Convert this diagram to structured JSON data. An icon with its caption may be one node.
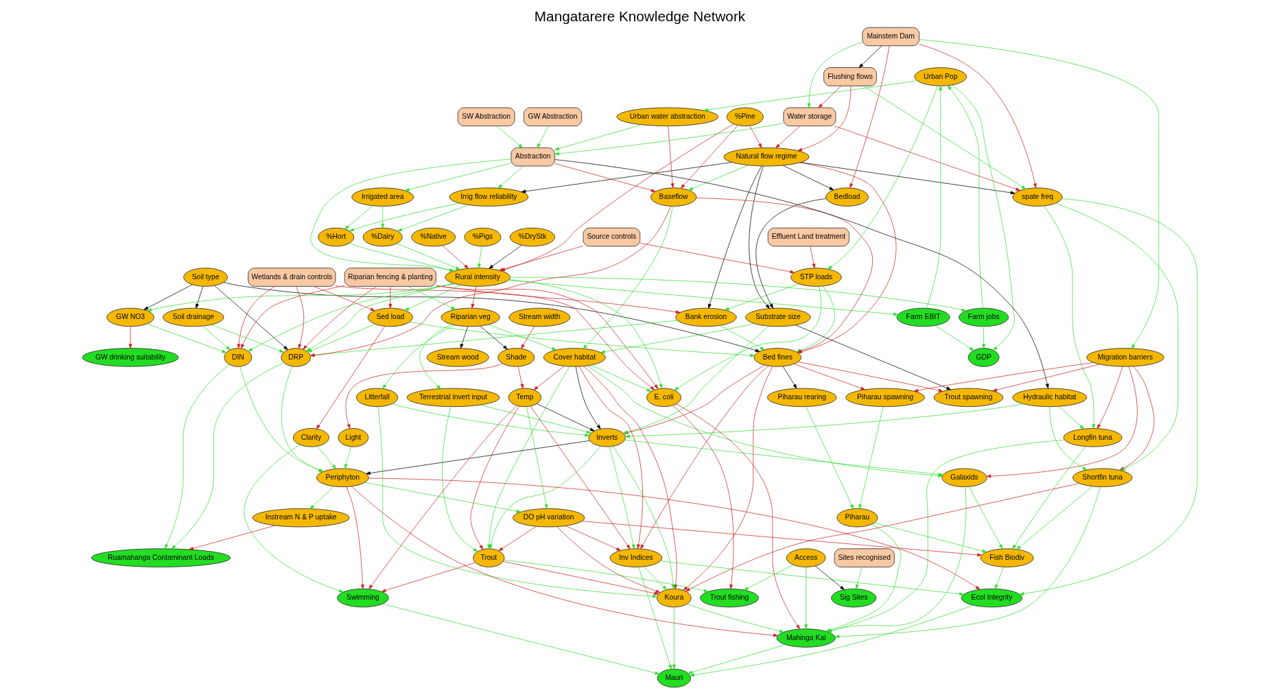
{
  "diagram": {
    "title": "Mangatarere Knowledge Network",
    "nodes": [
      {
        "text": [
          "Urban Pop"
        ]
      },
      {
        "text": [
          "Source controls"
        ]
      },
      {
        "text": [
          "Irrigated area"
        ]
      },
      {
        "text": [
          "%Native"
        ]
      },
      {
        "text": [
          "%Pigs"
        ]
      },
      {
        "text": [
          "%Hort"
        ]
      },
      {
        "text": [
          "%Dairy"
        ]
      },
      {
        "text": [
          "Urban water abstraction"
        ]
      },
      {
        "text": [
          "Soil drainage"
        ]
      },
      {
        "text": [
          "%DryStk"
        ]
      },
      {
        "text": [
          "Flushing flows"
        ]
      },
      {
        "text": [
          "%Pine"
        ]
      },
      {
        "text": [
          "Irrig flow reliability"
        ]
      },
      {
        "text": [
          "Soil type"
        ]
      },
      {
        "text": [
          "Natural flow regime"
        ]
      },
      {
        "text": [
          "Rural intensity"
        ]
      },
      {
        "text": [
          "Sed load"
        ]
      },
      {
        "text": [
          "STP loads"
        ]
      },
      {
        "text": [
          "Water storage"
        ]
      },
      {
        "text": [
          "Mainstem Dam"
        ]
      },
      {
        "text": [
          "Farm EBIT"
        ]
      },
      {
        "text": [
          "GW NO3"
        ]
      },
      {
        "text": [
          "Bedload"
        ]
      },
      {
        "text": [
          "Effluent Land treatment"
        ]
      },
      {
        "text": [
          "GDP"
        ]
      },
      {
        "text": [
          "Bank erosion"
        ]
      },
      {
        "text": [
          "Bed fines"
        ]
      },
      {
        "text": [
          "Farm jobs"
        ]
      },
      {
        "text": [
          "Baseflow"
        ]
      },
      {
        "text": [
          "Abstraction"
        ]
      },
      {
        "text": [
          "GW drinking suitability"
        ]
      },
      {
        "text": [
          "Terrestrial invert input"
        ]
      },
      {
        "text": [
          "Substrate size"
        ]
      },
      {
        "text": [
          "GW Abstraction"
        ]
      },
      {
        "text": [
          "Wetlands & drain controls"
        ]
      },
      {
        "text": [
          "DIN"
        ]
      },
      {
        "text": [
          "Hydraulic habitat"
        ]
      },
      {
        "text": [
          "SW Abstraction"
        ]
      },
      {
        "text": [
          "DRP"
        ]
      },
      {
        "text": [
          "Litterfall"
        ]
      },
      {
        "text": [
          "Cover habitat"
        ]
      },
      {
        "text": [
          "Riparian fencing & planting"
        ]
      },
      {
        "text": [
          "Migration barriers"
        ]
      },
      {
        "text": [
          "Inverts"
        ]
      },
      {
        "text": [
          "Riparian veg"
        ]
      },
      {
        "text": [
          "Stream wood"
        ]
      },
      {
        "text": [
          "spate freq"
        ]
      },
      {
        "text": [
          "Piharau spawning"
        ]
      },
      {
        "text": [
          "Stream width"
        ]
      },
      {
        "text": [
          "Shade"
        ]
      },
      {
        "text": [
          "Temp"
        ]
      },
      {
        "text": [
          "Longfin tuna"
        ]
      },
      {
        "text": [
          "Piharau rearing"
        ]
      },
      {
        "text": [
          "Inv Indices"
        ]
      },
      {
        "text": [
          "Trout spawning"
        ]
      },
      {
        "text": [
          "Light"
        ]
      },
      {
        "text": [
          "Clarity"
        ]
      },
      {
        "text": [
          "E. coli"
        ]
      },
      {
        "text": [
          "Galaxids"
        ]
      },
      {
        "text": [
          "Piharau"
        ]
      },
      {
        "text": [
          "Shortfin tuna"
        ]
      },
      {
        "text": [
          "Instream N & P uptake"
        ]
      },
      {
        "text": [
          "Periphyton"
        ]
      },
      {
        "text": [
          "Trout"
        ]
      },
      {
        "text": [
          "Mahinga Kai"
        ]
      },
      {
        "text": [
          "Fish Biodiv"
        ]
      },
      {
        "text": [
          "Koura"
        ]
      },
      {
        "text": [
          "DO pH variation"
        ]
      },
      {
        "text": [
          "Access"
        ]
      },
      {
        "text": [
          "Trout fishing"
        ]
      },
      {
        "text": [
          "Ecol Integrity"
        ]
      },
      {
        "text": [
          "Ruamahanga Contaminant Loads"
        ]
      },
      {
        "text": [
          "Swimming"
        ]
      },
      {
        "text": [
          "Mauri"
        ]
      },
      {
        "text": [
          "Sig Sites"
        ]
      },
      {
        "text": [
          "Sites recognised"
        ]
      }
    ],
    "edges": [
      {
        "from": 0,
        "to": 24,
        "arrow": "to"
      },
      {
        "from": 20,
        "to": 0,
        "arrow": "to"
      },
      {
        "from": 27,
        "to": 0,
        "arrow": "to"
      },
      {
        "from": 0,
        "to": 7,
        "arrow": "to"
      },
      {
        "from": 0,
        "to": 17,
        "arrow": "to"
      },
      {
        "from": 20,
        "to": 24,
        "arrow": "to"
      },
      {
        "from": 27,
        "to": 24,
        "arrow": "to"
      },
      {
        "from": 13,
        "to": 8,
        "arrow": "to",
        "color": "#000000"
      },
      {
        "from": 13,
        "to": 21,
        "arrow": "to",
        "color": "#000000"
      },
      {
        "from": 13,
        "to": 38,
        "arrow": "to",
        "color": "#000000"
      },
      {
        "from": 13,
        "to": 26,
        "arrow": "to",
        "color": "#000000"
      },
      {
        "from": 21,
        "to": 30,
        "arrow": "to",
        "color": "#cc2222"
      },
      {
        "from": 21,
        "to": 35,
        "arrow": "to"
      },
      {
        "from": 8,
        "to": 35,
        "arrow": "to"
      },
      {
        "from": 8,
        "to": 38,
        "arrow": "to"
      },
      {
        "from": 3,
        "to": 15,
        "arrow": "to",
        "color": "#cc2222"
      },
      {
        "from": 9,
        "to": 15,
        "arrow": "to",
        "color": "#000000"
      },
      {
        "from": 4,
        "to": 15,
        "arrow": "to"
      },
      {
        "from": 1,
        "to": 15,
        "arrow": "to",
        "color": "#cc2222"
      },
      {
        "from": 1,
        "to": 17,
        "arrow": "to",
        "color": "#cc2222"
      },
      {
        "from": 5,
        "to": 15,
        "arrow": "to"
      },
      {
        "from": 6,
        "to": 15,
        "arrow": "to"
      },
      {
        "from": 11,
        "to": 15,
        "arrow": "to",
        "color": "#cc2222"
      },
      {
        "from": 11,
        "to": 14,
        "arrow": "to",
        "color": "#cc2222"
      },
      {
        "from": 11,
        "to": 28,
        "arrow": "to",
        "color": "#cc2222"
      },
      {
        "from": 15,
        "to": 20,
        "arrow": "to"
      },
      {
        "from": 15,
        "to": 21,
        "arrow": "to"
      },
      {
        "from": 15,
        "to": 27,
        "arrow": "to"
      },
      {
        "from": 15,
        "to": 16,
        "arrow": "to"
      },
      {
        "from": 15,
        "to": 35,
        "arrow": "to"
      },
      {
        "from": 15,
        "to": 38,
        "arrow": "to"
      },
      {
        "from": 15,
        "to": 57,
        "arrow": "to"
      },
      {
        "from": 15,
        "to": 44,
        "arrow": "to",
        "color": "#cc2222"
      },
      {
        "from": 2,
        "to": 5,
        "arrow": "to"
      },
      {
        "from": 2,
        "to": 6,
        "arrow": "to"
      },
      {
        "from": 12,
        "to": 5,
        "arrow": "to"
      },
      {
        "from": 12,
        "to": 6,
        "arrow": "to"
      },
      {
        "from": 14,
        "to": 12,
        "arrow": "to",
        "color": "#000000"
      },
      {
        "from": 14,
        "to": 25,
        "arrow": "to",
        "color": "#000000"
      },
      {
        "from": 14,
        "to": 22,
        "arrow": "to",
        "color": "#000000"
      },
      {
        "from": 14,
        "to": 32,
        "arrow": "to",
        "color": "#000000"
      },
      {
        "from": 14,
        "to": 46,
        "arrow": "to",
        "color": "#000000"
      },
      {
        "from": 14,
        "to": 28,
        "arrow": "to"
      },
      {
        "from": 14,
        "to": 26,
        "arrow": "to",
        "color": "#cc2222"
      },
      {
        "from": 29,
        "to": 2,
        "arrow": "to"
      },
      {
        "from": 29,
        "to": 12,
        "arrow": "to"
      },
      {
        "from": 18,
        "to": 14,
        "arrow": "to",
        "color": "#cc2222"
      },
      {
        "from": 19,
        "to": 18,
        "arrow": "to"
      },
      {
        "from": 19,
        "to": 10,
        "arrow": "to",
        "color": "#000000"
      },
      {
        "from": 19,
        "to": 22,
        "arrow": "to",
        "color": "#cc2222"
      },
      {
        "from": 19,
        "to": 46,
        "arrow": "to",
        "color": "#cc2222"
      },
      {
        "from": 19,
        "to": 42,
        "arrow": "to"
      },
      {
        "from": 10,
        "to": 18,
        "arrow": "to",
        "color": "#cc2222"
      },
      {
        "from": 10,
        "to": 14,
        "arrow": "to",
        "color": "#cc2222"
      },
      {
        "from": 10,
        "to": 46,
        "arrow": "to"
      },
      {
        "from": 18,
        "to": 29,
        "arrow": "to"
      },
      {
        "from": 18,
        "to": 46,
        "arrow": "to",
        "color": "#cc2222"
      },
      {
        "from": 7,
        "to": 29,
        "arrow": "to"
      },
      {
        "from": 7,
        "to": 28,
        "arrow": "to",
        "color": "#cc2222"
      },
      {
        "from": 23,
        "to": 17,
        "arrow": "to",
        "color": "#cc2222"
      },
      {
        "from": 33,
        "to": 29,
        "arrow": "to"
      },
      {
        "from": 37,
        "to": 29,
        "arrow": "to"
      },
      {
        "from": 29,
        "to": 28,
        "arrow": "to",
        "color": "#cc2222"
      },
      {
        "from": 29,
        "to": 36,
        "arrow": "to",
        "color": "#000000"
      },
      {
        "from": 29,
        "to": 15,
        "arrow": "to"
      },
      {
        "from": 22,
        "to": 32,
        "arrow": "to",
        "color": "#000000"
      },
      {
        "from": 16,
        "to": 26,
        "arrow": "to"
      },
      {
        "from": 16,
        "to": 56,
        "arrow": "to",
        "color": "#cc2222"
      },
      {
        "from": 16,
        "to": 38,
        "arrow": "to"
      },
      {
        "from": 17,
        "to": 26,
        "arrow": "to"
      },
      {
        "from": 17,
        "to": 25,
        "arrow": "to"
      },
      {
        "from": 17,
        "to": 57,
        "arrow": "to"
      },
      {
        "from": 25,
        "to": 26,
        "arrow": "to"
      },
      {
        "from": 25,
        "to": 38,
        "arrow": "to"
      },
      {
        "from": 28,
        "to": 26,
        "arrow": "to",
        "color": "#cc2222"
      },
      {
        "from": 28,
        "to": 38,
        "arrow": "to",
        "color": "#cc2222"
      },
      {
        "from": 28,
        "to": 40,
        "arrow": "to"
      },
      {
        "from": 26,
        "to": 43,
        "arrow": "to",
        "color": "#cc2222"
      },
      {
        "from": 26,
        "to": 53,
        "arrow": "to",
        "color": "#cc2222"
      },
      {
        "from": 26,
        "to": 66,
        "arrow": "to",
        "color": "#cc2222"
      },
      {
        "from": 26,
        "to": 47,
        "arrow": "to",
        "color": "#cc2222"
      },
      {
        "from": 26,
        "to": 52,
        "arrow": "to",
        "color": "#000000"
      },
      {
        "from": 26,
        "to": 54,
        "arrow": "to",
        "color": "#cc2222"
      },
      {
        "from": 32,
        "to": 43,
        "arrow": "to"
      },
      {
        "from": 32,
        "to": 40,
        "arrow": "to"
      },
      {
        "from": 32,
        "to": 54,
        "arrow": "to",
        "color": "#000000"
      },
      {
        "from": 31,
        "to": 43,
        "arrow": "to"
      },
      {
        "from": 31,
        "to": 63,
        "arrow": "to"
      },
      {
        "from": 34,
        "to": 35,
        "arrow": "to",
        "color": "#cc2222"
      },
      {
        "from": 34,
        "to": 38,
        "arrow": "to",
        "color": "#cc2222"
      },
      {
        "from": 34,
        "to": 16,
        "arrow": "to",
        "color": "#cc2222"
      },
      {
        "from": 34,
        "to": 57,
        "arrow": "to",
        "color": "#cc2222"
      },
      {
        "from": 41,
        "to": 44,
        "arrow": "to"
      },
      {
        "from": 41,
        "to": 35,
        "arrow": "to",
        "color": "#cc2222"
      },
      {
        "from": 41,
        "to": 38,
        "arrow": "to",
        "color": "#cc2222"
      },
      {
        "from": 41,
        "to": 16,
        "arrow": "to",
        "color": "#cc2222"
      },
      {
        "from": 41,
        "to": 25,
        "arrow": "to",
        "color": "#cc2222"
      },
      {
        "from": 41,
        "to": 57,
        "arrow": "to",
        "color": "#cc2222"
      },
      {
        "from": 44,
        "to": 39,
        "arrow": "to"
      },
      {
        "from": 44,
        "to": 45,
        "arrow": "to",
        "color": "#000000"
      },
      {
        "from": 44,
        "to": 49,
        "arrow": "to",
        "color": "#000000"
      },
      {
        "from": 44,
        "to": 31,
        "arrow": "to"
      },
      {
        "from": 44,
        "to": 40,
        "arrow": "to"
      },
      {
        "from": 48,
        "to": 49,
        "arrow": "to",
        "color": "#cc2222"
      },
      {
        "from": 49,
        "to": 55,
        "arrow": "to",
        "color": "#cc2222"
      },
      {
        "from": 49,
        "to": 50,
        "arrow": "to",
        "color": "#cc2222"
      },
      {
        "from": 55,
        "to": 62,
        "arrow": "to"
      },
      {
        "from": 35,
        "to": 62,
        "arrow": "to"
      },
      {
        "from": 35,
        "to": 71,
        "arrow": "to"
      },
      {
        "from": 38,
        "to": 62,
        "arrow": "to"
      },
      {
        "from": 38,
        "to": 71,
        "arrow": "to"
      },
      {
        "from": 56,
        "to": 62,
        "arrow": "to"
      },
      {
        "from": 56,
        "to": 72,
        "arrow": "to"
      },
      {
        "from": 50,
        "to": 43,
        "arrow": "to",
        "color": "#000000"
      },
      {
        "from": 43,
        "to": 62,
        "arrow": "to",
        "color": "#000000"
      },
      {
        "from": 50,
        "to": 53,
        "arrow": "to",
        "color": "#cc2222"
      },
      {
        "from": 50,
        "to": 63,
        "arrow": "to",
        "color": "#cc2222"
      },
      {
        "from": 50,
        "to": 72,
        "arrow": "to",
        "color": "#cc2222"
      },
      {
        "from": 50,
        "to": 67,
        "arrow": "to"
      },
      {
        "from": 40,
        "to": 43,
        "arrow": "to",
        "color": "#000000"
      },
      {
        "from": 40,
        "to": 50,
        "arrow": "to",
        "color": "#cc2222"
      },
      {
        "from": 40,
        "to": 63,
        "arrow": "to"
      },
      {
        "from": 40,
        "to": 66,
        "arrow": "to",
        "color": "#cc2222"
      },
      {
        "from": 40,
        "to": 53,
        "arrow": "to",
        "color": "#cc2222"
      },
      {
        "from": 40,
        "to": 58,
        "arrow": "to"
      },
      {
        "from": 40,
        "to": 57,
        "arrow": "to"
      },
      {
        "from": 39,
        "to": 43,
        "arrow": "to"
      },
      {
        "from": 39,
        "to": 66,
        "arrow": "to"
      },
      {
        "from": 43,
        "to": 53,
        "arrow": "to"
      },
      {
        "from": 43,
        "to": 63,
        "arrow": "to"
      },
      {
        "from": 43,
        "to": 66,
        "arrow": "to"
      },
      {
        "from": 43,
        "to": 58,
        "arrow": "to"
      },
      {
        "from": 46,
        "to": 51,
        "arrow": "to"
      },
      {
        "from": 46,
        "to": 60,
        "arrow": "to"
      },
      {
        "from": 46,
        "to": 70,
        "arrow": "to"
      },
      {
        "from": 42,
        "to": 47,
        "arrow": "to",
        "color": "#cc2222"
      },
      {
        "from": 42,
        "to": 51,
        "arrow": "to",
        "color": "#cc2222"
      },
      {
        "from": 42,
        "to": 60,
        "arrow": "to",
        "color": "#cc2222"
      },
      {
        "from": 42,
        "to": 58,
        "arrow": "to",
        "color": "#cc2222"
      },
      {
        "from": 42,
        "to": 54,
        "arrow": "to",
        "color": "#cc2222"
      },
      {
        "from": 47,
        "to": 59,
        "arrow": "to"
      },
      {
        "from": 52,
        "to": 59,
        "arrow": "to"
      },
      {
        "from": 59,
        "to": 65,
        "arrow": "to"
      },
      {
        "from": 59,
        "to": 64,
        "arrow": "to"
      },
      {
        "from": 51,
        "to": 64,
        "arrow": "to"
      },
      {
        "from": 51,
        "to": 65,
        "arrow": "to"
      },
      {
        "from": 60,
        "to": 64,
        "arrow": "to"
      },
      {
        "from": 60,
        "to": 65,
        "arrow": "to"
      },
      {
        "from": 60,
        "to": 66,
        "arrow": "to",
        "color": "#cc2222"
      },
      {
        "from": 58,
        "to": 65,
        "arrow": "to"
      },
      {
        "from": 58,
        "to": 64,
        "arrow": "to"
      },
      {
        "from": 67,
        "to": 65,
        "arrow": "to",
        "color": "#cc2222"
      },
      {
        "from": 68,
        "to": 64,
        "arrow": "to"
      },
      {
        "from": 68,
        "to": 69,
        "arrow": "to"
      },
      {
        "from": 68,
        "to": 74,
        "arrow": "to",
        "color": "#000000"
      },
      {
        "from": 75,
        "to": 74,
        "arrow": "to"
      },
      {
        "from": 65,
        "to": 70,
        "arrow": "to"
      },
      {
        "from": 62,
        "to": 61,
        "arrow": "to"
      },
      {
        "from": 62,
        "to": 67,
        "arrow": "to"
      },
      {
        "from": 62,
        "to": 72,
        "arrow": "to",
        "color": "#cc2222"
      },
      {
        "from": 62,
        "to": 70,
        "arrow": "to",
        "color": "#cc2222"
      },
      {
        "from": 62,
        "to": 64,
        "arrow": "to",
        "color": "#cc2222"
      },
      {
        "from": 61,
        "to": 71,
        "arrow": "to",
        "color": "#cc2222"
      },
      {
        "from": 67,
        "to": 63,
        "arrow": "to",
        "color": "#cc2222"
      },
      {
        "from": 67,
        "to": 66,
        "arrow": "to",
        "color": "#cc2222"
      },
      {
        "from": 67,
        "to": 53,
        "arrow": "to",
        "color": "#cc2222"
      },
      {
        "from": 57,
        "to": 69,
        "arrow": "to",
        "color": "#cc2222"
      },
      {
        "from": 57,
        "to": 64,
        "arrow": "to",
        "color": "#cc2222"
      },
      {
        "from": 63,
        "to": 69,
        "arrow": "to"
      },
      {
        "from": 63,
        "to": 66,
        "arrow": "to",
        "color": "#cc2222"
      },
      {
        "from": 63,
        "to": 72,
        "arrow": "to",
        "color": "#cc2222"
      },
      {
        "from": 66,
        "to": 73,
        "arrow": "to"
      },
      {
        "from": 66,
        "to": 64,
        "arrow": "to"
      },
      {
        "from": 53,
        "to": 73,
        "arrow": "to"
      },
      {
        "from": 53,
        "to": 70,
        "arrow": "to"
      },
      {
        "from": 53,
        "to": 66,
        "arrow": "to"
      },
      {
        "from": 72,
        "to": 73,
        "arrow": "to"
      },
      {
        "from": 70,
        "to": 73,
        "arrow": "to"
      },
      {
        "from": 64,
        "to": 73,
        "arrow": "to"
      },
      {
        "from": 36,
        "to": 43,
        "arrow": "to"
      },
      {
        "from": 36,
        "to": 51,
        "arrow": "to"
      },
      {
        "from": 36,
        "to": 60,
        "arrow": "to"
      }
    ]
  }
}
